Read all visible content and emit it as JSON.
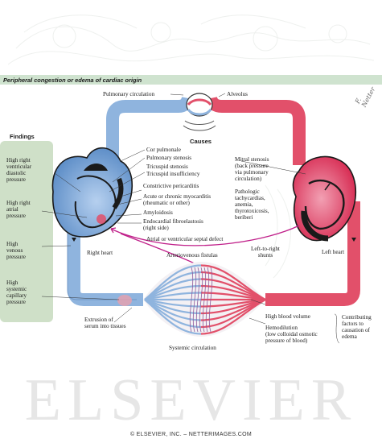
{
  "header": {
    "title": "Peripheral congestion or edema of cardiac origin"
  },
  "findings": {
    "title": "Findings",
    "items": [
      "High right\nventricular\ndiastolic\npressure",
      "High right\natrial\npressure",
      "High\nvenous\npressure",
      "High\nsystemic\ncapillary\npressure"
    ]
  },
  "top_labels": {
    "pulmonary_circulation": "Pulmonary circulation",
    "alveolus": "Alveolus"
  },
  "causes": {
    "title": "Causes",
    "right": [
      "Cor pulmonale",
      "Pulmonary stenosis",
      "Tricuspid stenosis",
      "Tricuspid insufficiency",
      "Constrictive pericarditis",
      "Acute or chronic myocarditis\n(rheumatic or other)",
      "Amyloidosis",
      "Endocardial fibroelastosis\n(right side)"
    ],
    "left": [
      "Mitral stenosis\n(back pressure\nvia pulmonary\ncirculation)",
      "Pathologic\ntachycardias,\nanemia,\nthyrotoxicosis,\nberiberi"
    ]
  },
  "shunt": {
    "defect": "Atrial or ventricular septal defect",
    "shunts": "Left-to-right\nshunts"
  },
  "hearts": {
    "right": "Right heart",
    "left": "Left heart"
  },
  "systemic": {
    "av_fistulas": "Arteriovenous fistulas",
    "extrusion": "Extrusion of\nserum into tissues",
    "systemic_circulation": "Systemic circulation",
    "high_blood_volume": "High blood volume",
    "hemodilution": "Hemodilution\n(low colloidal osmotic\npressure of blood)",
    "contributing": "Contributing\nfactors to\ncausation of\nedema"
  },
  "watermark": "ELSEVIER",
  "copyright": "© ELSEVIER, INC. – NETTERIMAGES.COM",
  "signature": "F. Netter",
  "colors": {
    "venous_blue": "#8fb4de",
    "arterial_red": "#e2506a",
    "header_band": "#cfe3cf",
    "findings_panel": "#cfe0c8",
    "shunt_magenta": "#c0208a"
  },
  "icons": [
    "right-heart-icon",
    "left-heart-icon",
    "alveolus-icon",
    "capillary-bed-icon",
    "edema-spot-icon"
  ]
}
